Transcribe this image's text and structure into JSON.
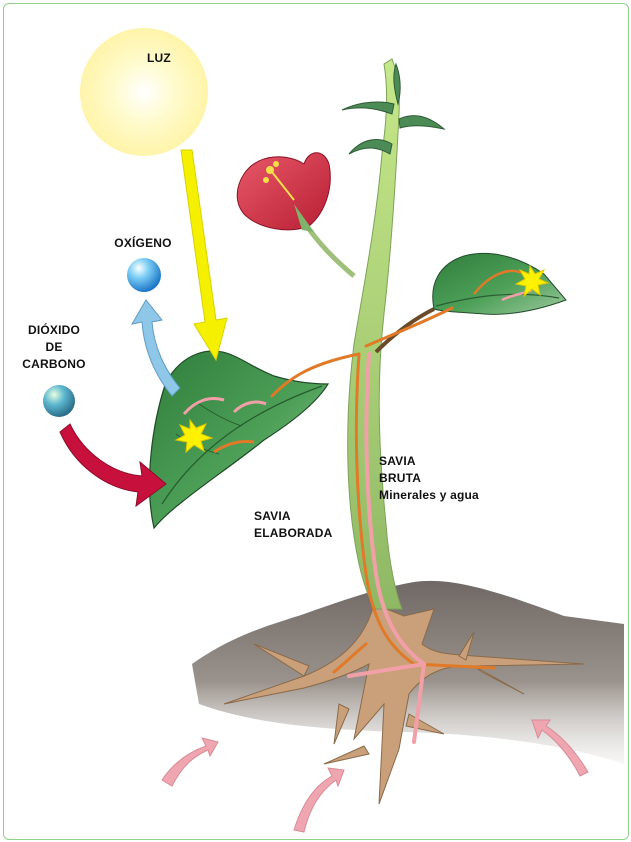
{
  "labels": {
    "light": "LUZ",
    "oxygen": "OXÍGENO",
    "co2": [
      "DIÓXIDO",
      "DE",
      "CARBONO"
    ],
    "raw_sap": [
      "SAVIA",
      "BRUTA",
      "Minerales y agua"
    ],
    "processed_sap": [
      "SAVIA",
      "ELABORADA"
    ]
  },
  "colors": {
    "border": "#8fd18a",
    "sun": "#fff3a0",
    "light_arrow": "#f4f000",
    "oxygen_arrow": "#8fc7e8",
    "co2_arrow": "#c8103c",
    "soil": "#857c76",
    "roots": "#c9a07a",
    "leaf": "#3f8f4a",
    "flower": "#d8344a",
    "stem": "#a9cf6b",
    "raw_sap": "#f2a0a8",
    "processed_sap": "#e07a28",
    "soil_arrows": "#f0a6b0"
  }
}
